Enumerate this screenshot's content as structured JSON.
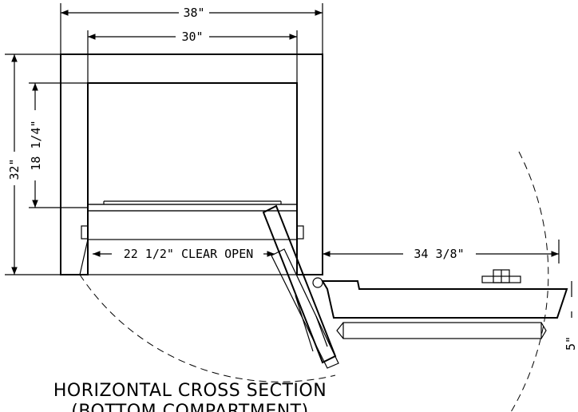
{
  "drawing": {
    "dimensions": {
      "overall_width": "38\"",
      "interior_width": "30\"",
      "overall_depth": "32\"",
      "interior_depth": "18 1/4\"",
      "clear_opening": "22 1/2\" CLEAR OPEN",
      "door_swing": "34 3/8\"",
      "right_edge_partial": "5\""
    },
    "title": {
      "line1": "HORIZONTAL CROSS SECTION",
      "line2": "(BOTTOM COMPARTMENT)"
    }
  }
}
